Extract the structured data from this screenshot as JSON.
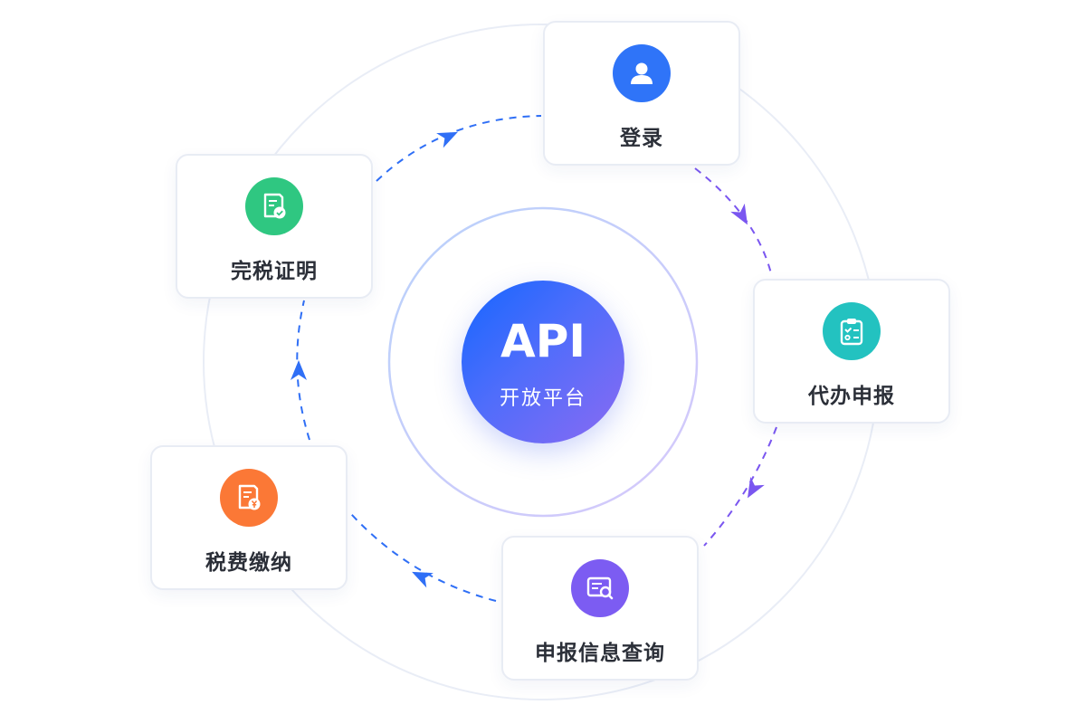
{
  "center": {
    "title": "API",
    "subtitle": "开放平台"
  },
  "steps": [
    {
      "id": "login",
      "label": "登录",
      "icon": "user-icon",
      "color": "#2f74f8"
    },
    {
      "id": "proxy",
      "label": "代办申报",
      "icon": "clipboard-checklist-icon",
      "color": "#23c2c0"
    },
    {
      "id": "query",
      "label": "申报信息查询",
      "icon": "document-search-icon",
      "color": "#7c5cf2"
    },
    {
      "id": "pay",
      "label": "税费缴纳",
      "icon": "document-yen-icon",
      "color": "#fb7836"
    },
    {
      "id": "cert",
      "label": "完税证明",
      "icon": "document-check-icon",
      "color": "#2fc781"
    }
  ],
  "flow_colors": {
    "blue": "#2f6ff6",
    "purple": "#7a56f0"
  }
}
